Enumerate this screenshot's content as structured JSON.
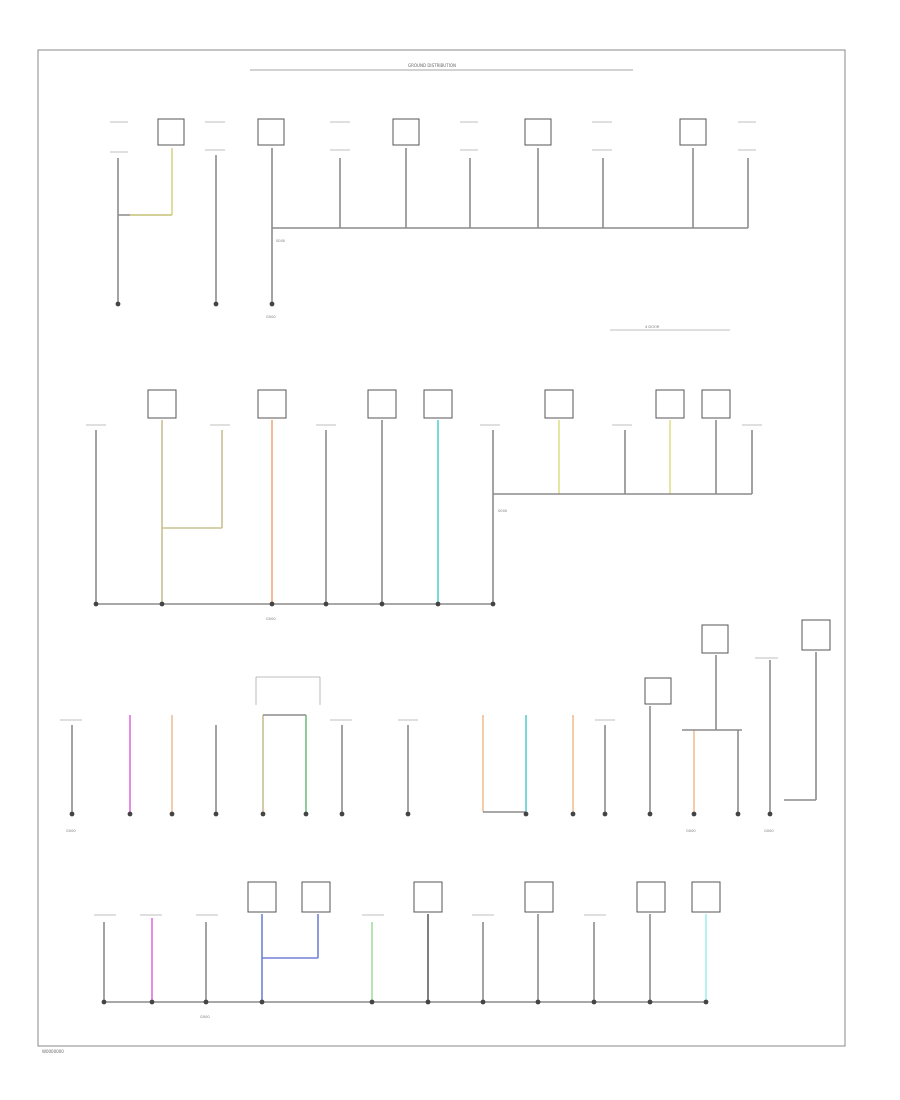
{
  "header": {
    "title": "GROUND DISTRIBUTION"
  },
  "footer": {
    "code": "W0000000"
  },
  "colors": {
    "wire_gray": "#8c8c8c",
    "wire_tan": "#d8d48a",
    "wire_orange": "#f0a878",
    "wire_teal": "#58d0d0",
    "wire_yellow": "#e0e08a",
    "wire_olive": "#c8c090",
    "wire_magenta": "#e070e0",
    "wire_green": "#70c080",
    "wire_blue": "#7080d8",
    "wire_lightgreen": "#a0e0a0",
    "wire_darkgray": "#606060",
    "wire_cyan": "#a0f0f0",
    "wire_peach": "#f0c098"
  },
  "notes": {
    "splice_row1": "S000",
    "ground_row1": "G000",
    "group_row2": "4 DOOR",
    "splice_row2": "S000",
    "ground_row2": "G000",
    "ground_row3_left": "G000",
    "ground_row3_mid": "G000",
    "ground_row3_right": "G000",
    "ground_row4": "G000"
  }
}
